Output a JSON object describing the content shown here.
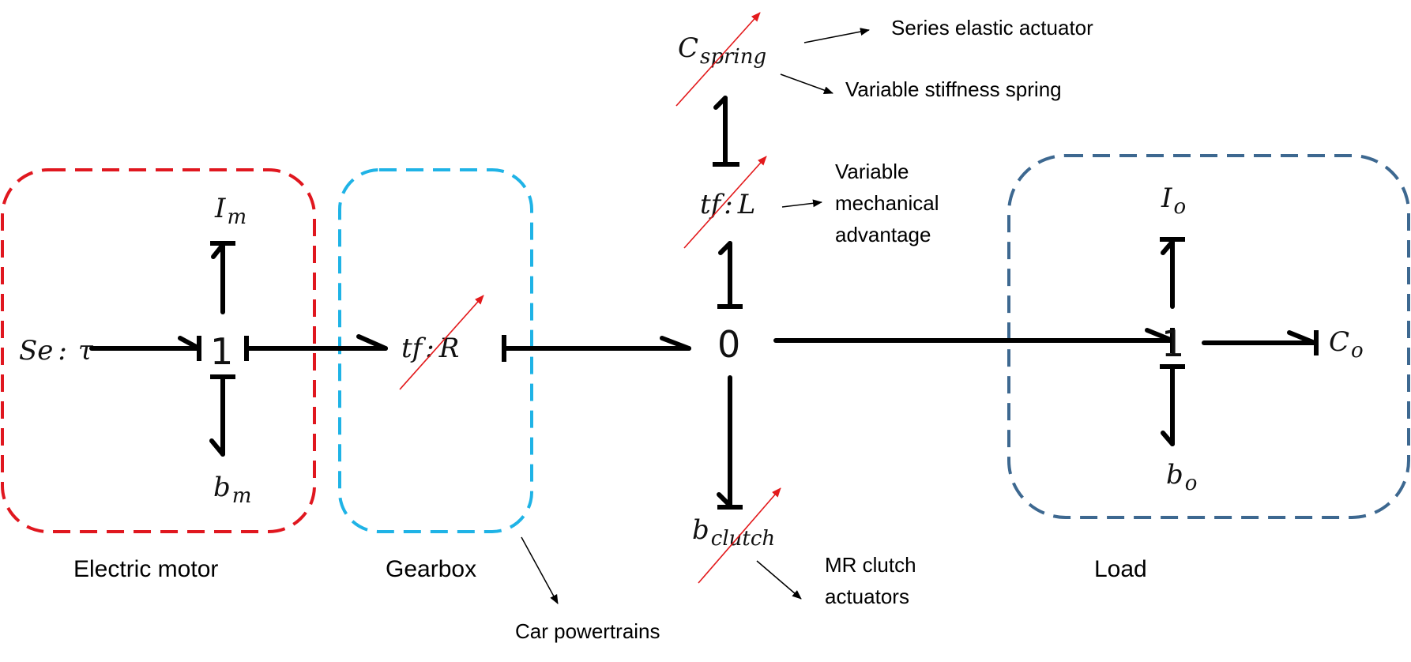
{
  "groups": {
    "motor": {
      "label": "Electric motor",
      "color": "#e0171f"
    },
    "gearbox": {
      "label": "Gearbox",
      "color": "#1fb3e6"
    },
    "load": {
      "label": "Load",
      "color": "#3d6890"
    }
  },
  "elements": {
    "source": {
      "main": "Se",
      "sep": ":",
      "sub": "τ"
    },
    "im": {
      "main": "I",
      "sub": "m"
    },
    "bm": {
      "main": "b",
      "sub": "m"
    },
    "j1": {
      "main": "1"
    },
    "tfr": {
      "main": "tf",
      "sep": ":",
      "sub": "R"
    },
    "j0": {
      "main": "0"
    },
    "tfl": {
      "main": "tf",
      "sep": ":",
      "sub": "L"
    },
    "cspring": {
      "main": "C",
      "sub": "spring"
    },
    "bclutch": {
      "main": "b",
      "sub": "clutch"
    },
    "j2": {
      "main": "1"
    },
    "io": {
      "main": "I",
      "sub": "o"
    },
    "bo": {
      "main": "b",
      "sub": "o"
    },
    "co": {
      "main": "C",
      "sub": "o"
    }
  },
  "annotations": {
    "series_elastic": "Series elastic actuator",
    "variable_stiffness": "Variable stiffness spring",
    "variable_mech_1": "Variable",
    "variable_mech_2": "mechanical",
    "variable_mech_3": "advantage",
    "car_powertrains": "Car powertrains",
    "mr_clutch_1": "MR clutch",
    "mr_clutch_2": "actuators"
  },
  "colors": {
    "variable_marker": "#e31a1c"
  }
}
